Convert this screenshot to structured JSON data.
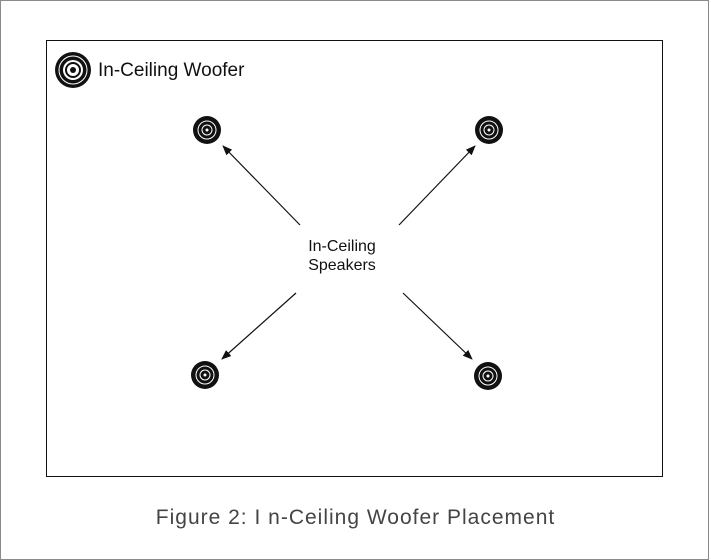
{
  "diagram": {
    "woofer_label": "In-Ceiling Woofer",
    "speakers_label_line1": "In-Ceiling",
    "speakers_label_line2": "Speakers",
    "caption": "Figure 2: I n-Ceiling Woofer Placement"
  },
  "colors": {
    "ink": "#111111",
    "caption": "#444444"
  }
}
